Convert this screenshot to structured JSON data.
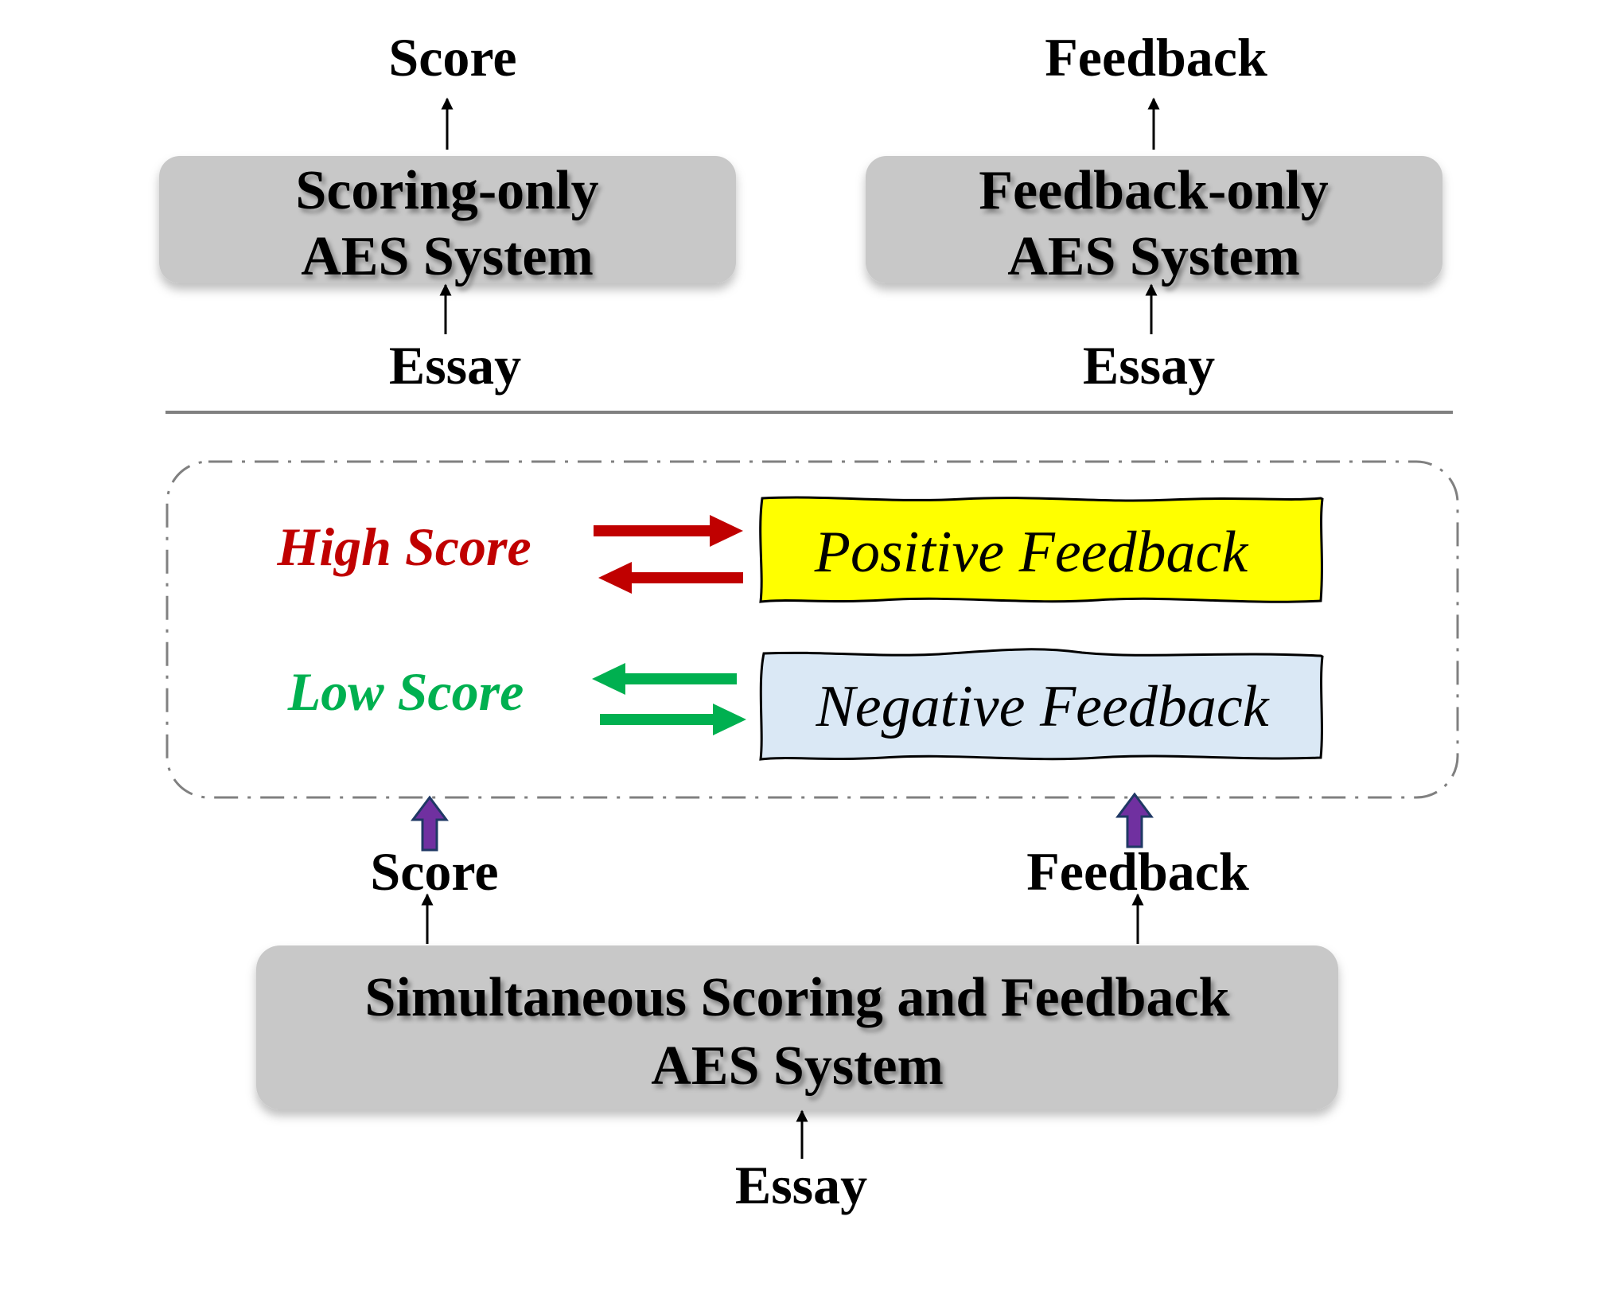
{
  "top_left": {
    "output": "Score",
    "system_line1": "Scoring-only",
    "system_line2": "AES System",
    "input": "Essay"
  },
  "top_right": {
    "output": "Feedback",
    "system_line1": "Feedback-only",
    "system_line2": "AES System",
    "input": "Essay"
  },
  "relation": {
    "high_score": "High Score",
    "positive_feedback": "Positive Feedback",
    "low_score": "Low Score",
    "negative_feedback": "Negative Feedback"
  },
  "bottom": {
    "output_score": "Score",
    "output_feedback": "Feedback",
    "system_line1": "Simultaneous Scoring and Feedback",
    "system_line2": "AES System",
    "input": "Essay"
  },
  "colors": {
    "box_fill": "#c8c8c8",
    "high": "#c00000",
    "low": "#00b050",
    "positive_fill": "#ffff00",
    "negative_fill": "#dae8f5",
    "purple_arrow": "#7030a0"
  }
}
